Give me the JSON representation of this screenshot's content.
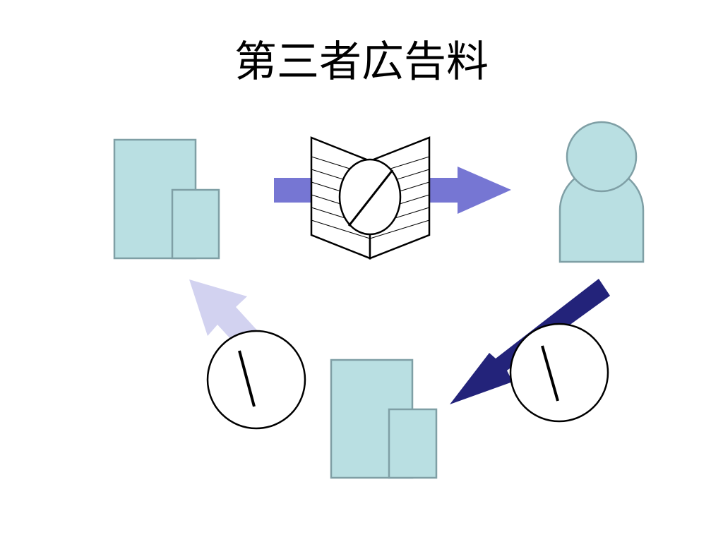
{
  "slide": {
    "title": "第三者広告料"
  },
  "diagram": {
    "colors": {
      "box_fill": "#b9dfe2",
      "box_stroke": "#7f9fa5",
      "arrow_top": "#7676d3",
      "arrow_left": "#d2d2f0",
      "arrow_right": "#23237a",
      "outline": "#000000"
    },
    "nodes": [
      {
        "id": "advertiser-docs",
        "icon": "documents-icon"
      },
      {
        "id": "magazine",
        "icon": "open-book-icon"
      },
      {
        "id": "reader",
        "icon": "person-icon"
      },
      {
        "id": "third-party-docs",
        "icon": "documents-icon"
      }
    ],
    "coin_labels": {
      "magazine_coin": "/",
      "left_coin": "\\",
      "right_coin": "\\"
    }
  }
}
